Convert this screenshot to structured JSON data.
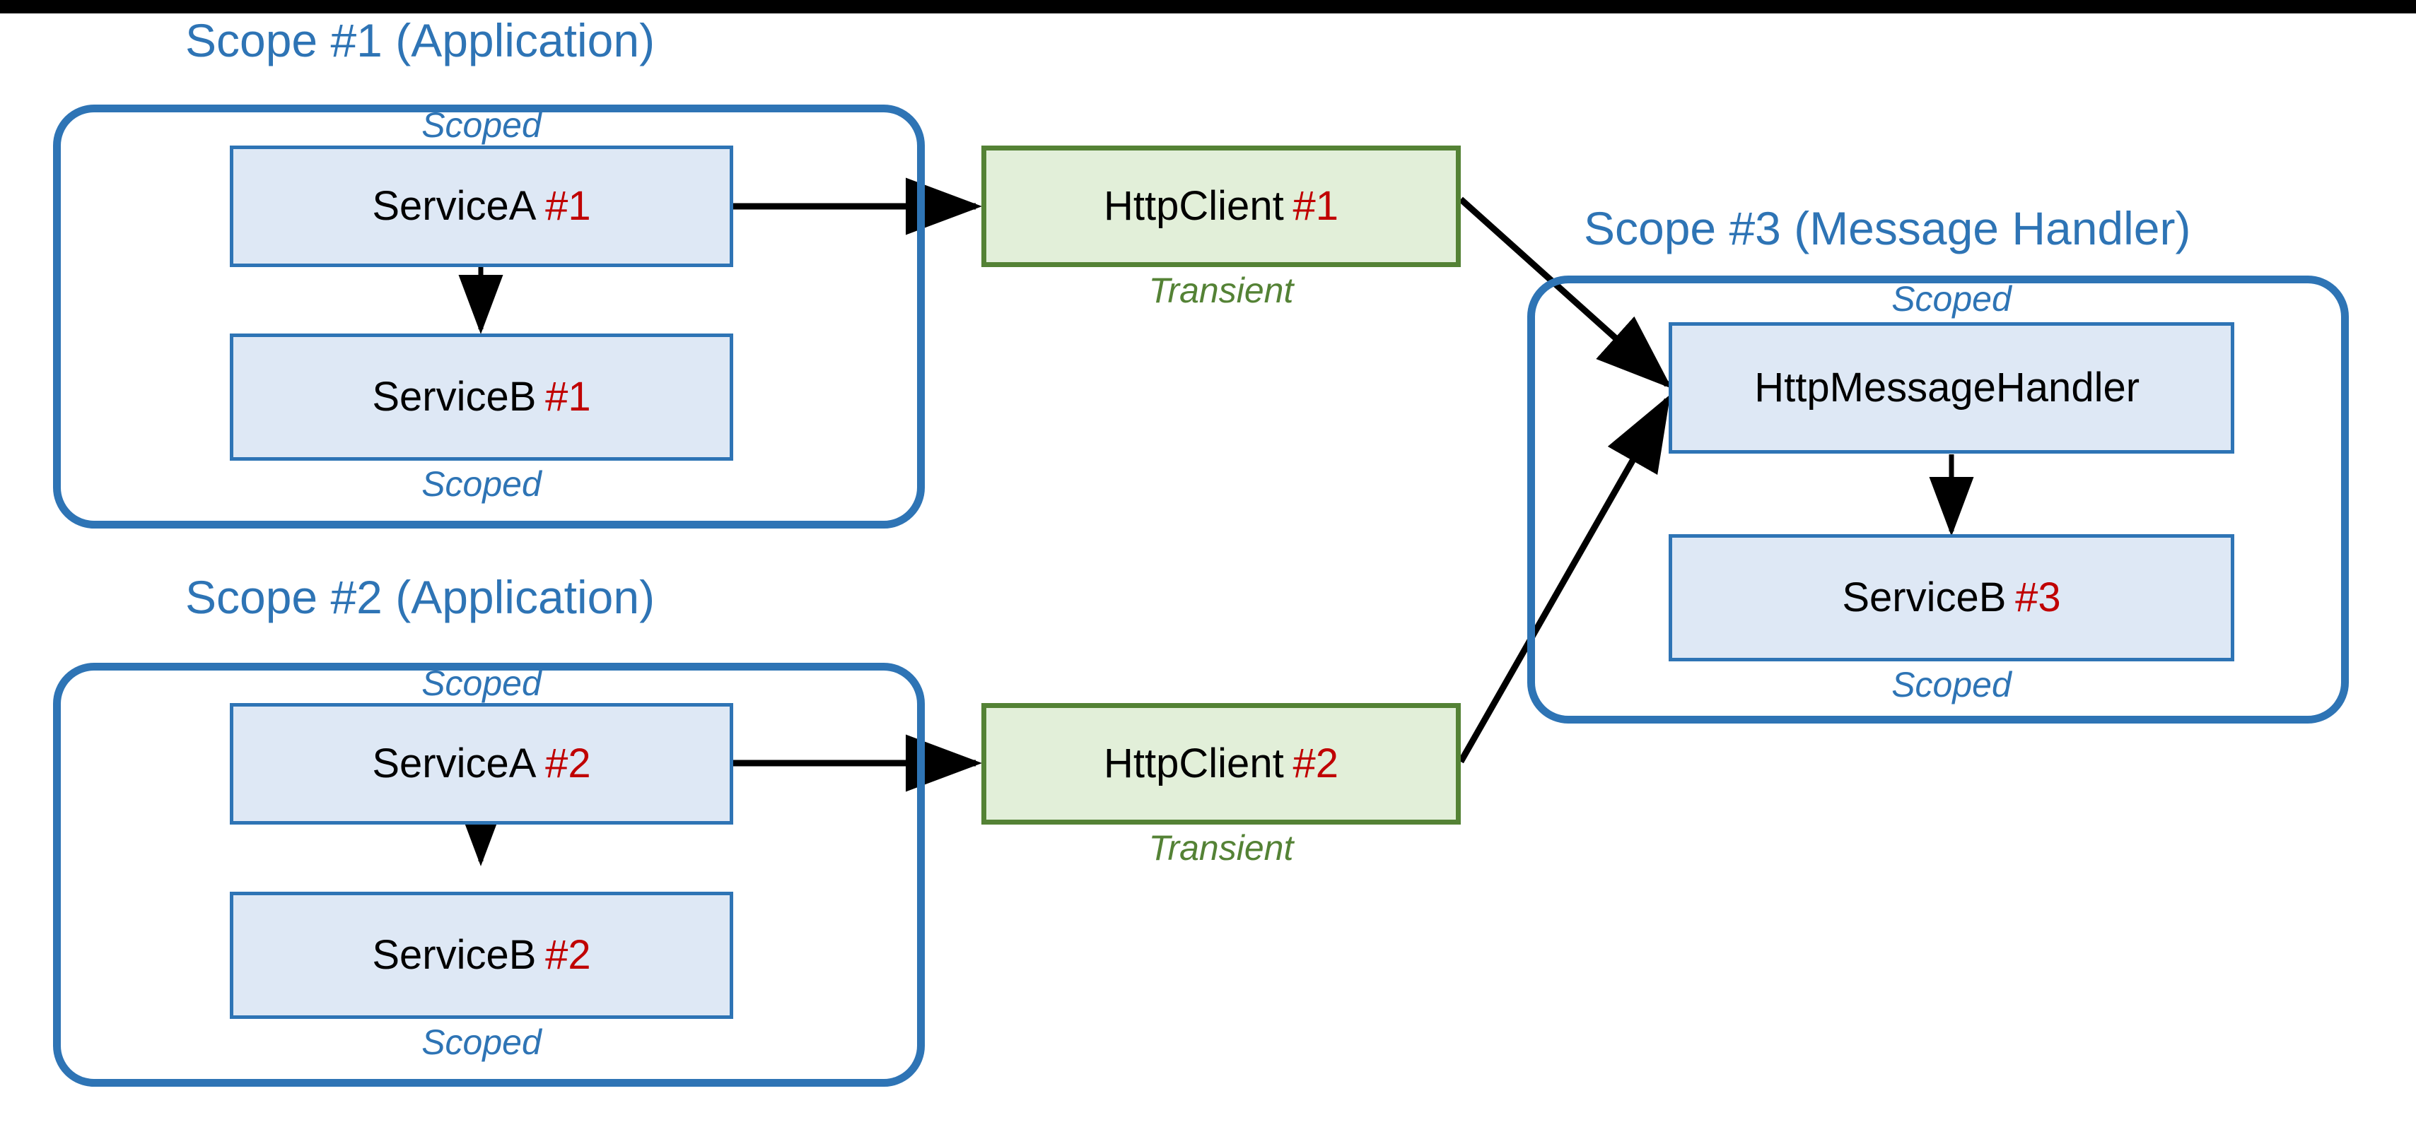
{
  "diagram": {
    "title_bar_color": "#000000",
    "colors": {
      "scope_border": "#2E74B5",
      "node_blue_fill": "#DEE8F5",
      "node_blue_border": "#2E74B5",
      "node_green_fill": "#E2EFD9",
      "node_green_border": "#548235",
      "index_red": "#C00000",
      "scoped_label": "#2E74B5",
      "transient_label": "#548235",
      "arrow": "#000000"
    },
    "scopes": [
      {
        "id": "scope-1",
        "title": "Scope #1 (Application)",
        "top_label": "Scoped",
        "bottom_label": "Scoped",
        "nodes": [
          {
            "id": "servicea-1",
            "name": "ServiceA",
            "index": "#1"
          },
          {
            "id": "serviceb-1",
            "name": "ServiceB",
            "index": "#1"
          }
        ]
      },
      {
        "id": "scope-2",
        "title": "Scope #2 (Application)",
        "top_label": "Scoped",
        "bottom_label": "Scoped",
        "nodes": [
          {
            "id": "servicea-2",
            "name": "ServiceA",
            "index": "#2"
          },
          {
            "id": "serviceb-2",
            "name": "ServiceB",
            "index": "#2"
          }
        ]
      },
      {
        "id": "scope-3",
        "title": "Scope #3 (Message Handler)",
        "top_label": "Scoped",
        "bottom_label": "Scoped",
        "nodes": [
          {
            "id": "httpmessagehandler",
            "name": "HttpMessageHandler",
            "index": ""
          },
          {
            "id": "serviceb-3",
            "name": "ServiceB",
            "index": "#3"
          }
        ]
      }
    ],
    "clients": [
      {
        "id": "httpclient-1",
        "name": "HttpClient",
        "index": "#1",
        "lifetime": "Transient"
      },
      {
        "id": "httpclient-2",
        "name": "HttpClient",
        "index": "#2",
        "lifetime": "Transient"
      }
    ]
  }
}
